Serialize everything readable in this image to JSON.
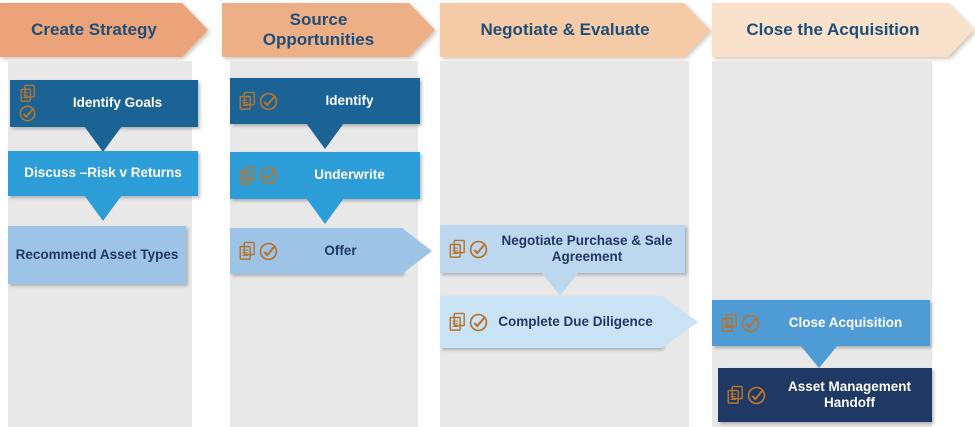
{
  "phases": [
    {
      "title": "Create Strategy",
      "steps": [
        {
          "label": "Identify Goals"
        },
        {
          "label": "Discuss –Risk v Returns"
        },
        {
          "label": "Recommend Asset Types"
        }
      ]
    },
    {
      "title": "Source Opportunities",
      "steps": [
        {
          "label": "Identify"
        },
        {
          "label": "Underwrite"
        },
        {
          "label": "Offer"
        }
      ]
    },
    {
      "title": "Negotiate & Evaluate",
      "steps": [
        {
          "label": "Negotiate Purchase & Sale Agreement"
        },
        {
          "label": "Complete Due Diligence"
        }
      ]
    },
    {
      "title": "Close the Acquisition",
      "steps": [
        {
          "label": "Close Acquisition"
        },
        {
          "label": "Asset Management Handoff"
        }
      ]
    }
  ],
  "icons": {
    "document": "document-copies-icon",
    "check": "check-circle-icon"
  },
  "colors": {
    "phase_header_1": "#eba379",
    "phase_header_2": "#edaf86",
    "phase_header_3": "#f4cba6",
    "phase_header_4": "#f9e2cb",
    "header_text": "#1f4e79",
    "step_dark_blue": "#1b6394",
    "step_medium_blue": "#2d9dd7",
    "step_light_blue": "#9dc3e6",
    "step_pale_blue": "#bdd7ee",
    "step_close_blue": "#4f9bd5",
    "step_navy": "#1f3864",
    "icon_copper": "#b5752f",
    "panel_gray": "#e9e8e8"
  }
}
